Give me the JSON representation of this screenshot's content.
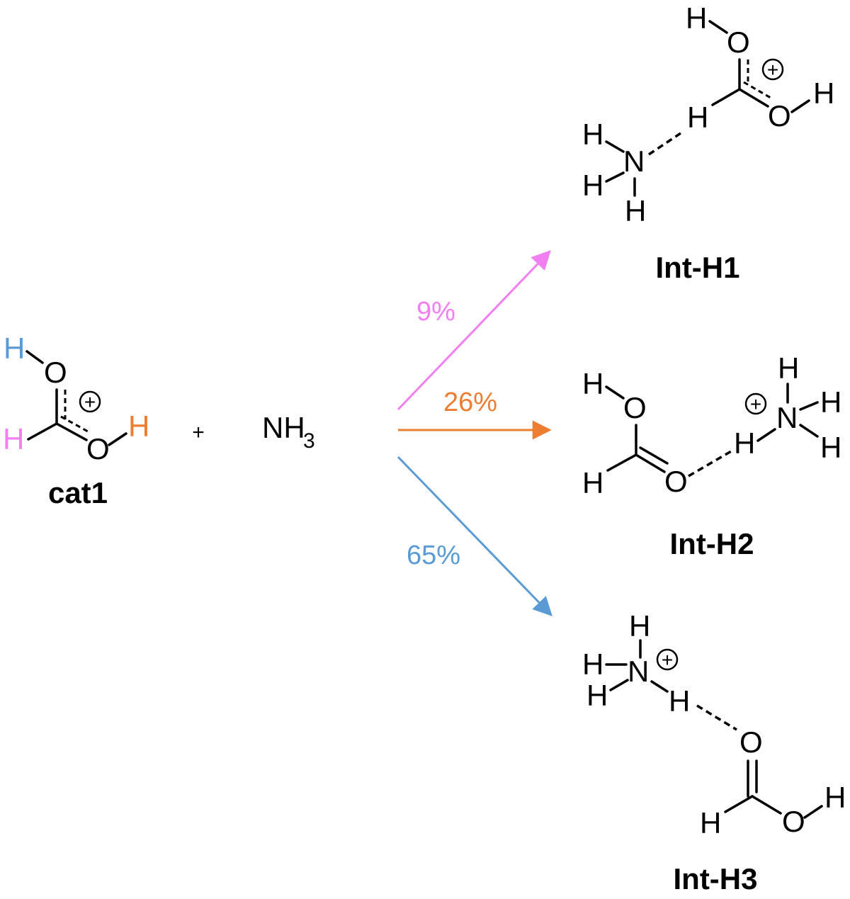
{
  "colors": {
    "blue": "#5b9bd5",
    "pink": "#f27ff2",
    "orange": "#ed7d31",
    "black": "#000000"
  },
  "atoms": {
    "H": "H",
    "O": "O",
    "N": "N",
    "charge": "+"
  },
  "reactants": {
    "catalyst_label": "cat1",
    "plus": "+",
    "ammonia_main": "NH",
    "ammonia_sub": "3"
  },
  "paths": [
    {
      "percent": "9%",
      "color": "#f27ff2",
      "product": "Int-H1"
    },
    {
      "percent": "26%",
      "color": "#ed7d31",
      "product": "Int-H2"
    },
    {
      "percent": "65%",
      "color": "#5b9bd5",
      "product": "Int-H3"
    }
  ]
}
